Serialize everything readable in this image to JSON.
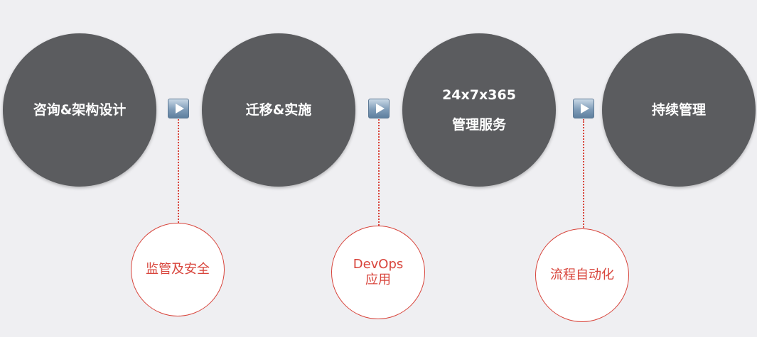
{
  "colors": {
    "background": "#efeff2",
    "step_circle": "#5b5c5f",
    "step_text": "#ffffff",
    "accent": "#d8443b",
    "arrow": "#7f9cb8"
  },
  "steps": [
    {
      "lines": [
        "咨询&架构设计"
      ]
    },
    {
      "lines": [
        "迁移&实施"
      ]
    },
    {
      "lines": [
        "24x7x365",
        "管理服务"
      ]
    },
    {
      "lines": [
        "持续管理"
      ]
    }
  ],
  "connectors": [
    {
      "icon": "play-arrow-icon",
      "sub_label": [
        "监管及安全"
      ]
    },
    {
      "icon": "play-arrow-icon",
      "sub_label": [
        "DevOps",
        "应用"
      ]
    },
    {
      "icon": "play-arrow-icon",
      "sub_label": [
        "流程自动化"
      ]
    }
  ]
}
